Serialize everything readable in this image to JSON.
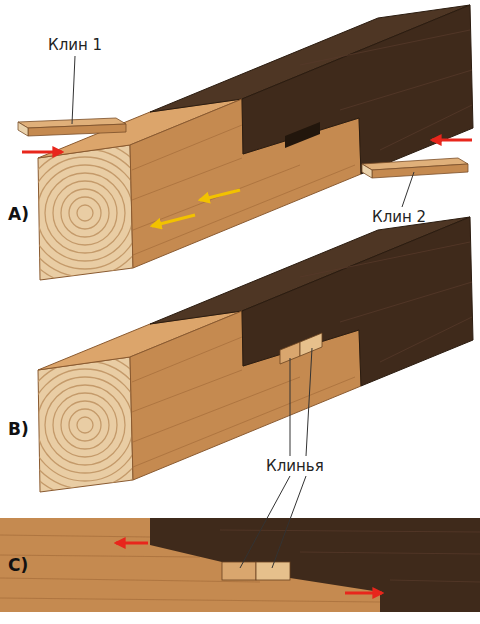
{
  "diagram": {
    "labels": [
      "Клин 1",
      "Клин 2",
      "A)",
      "B)",
      "Клинья",
      "C)"
    ]
  }
}
